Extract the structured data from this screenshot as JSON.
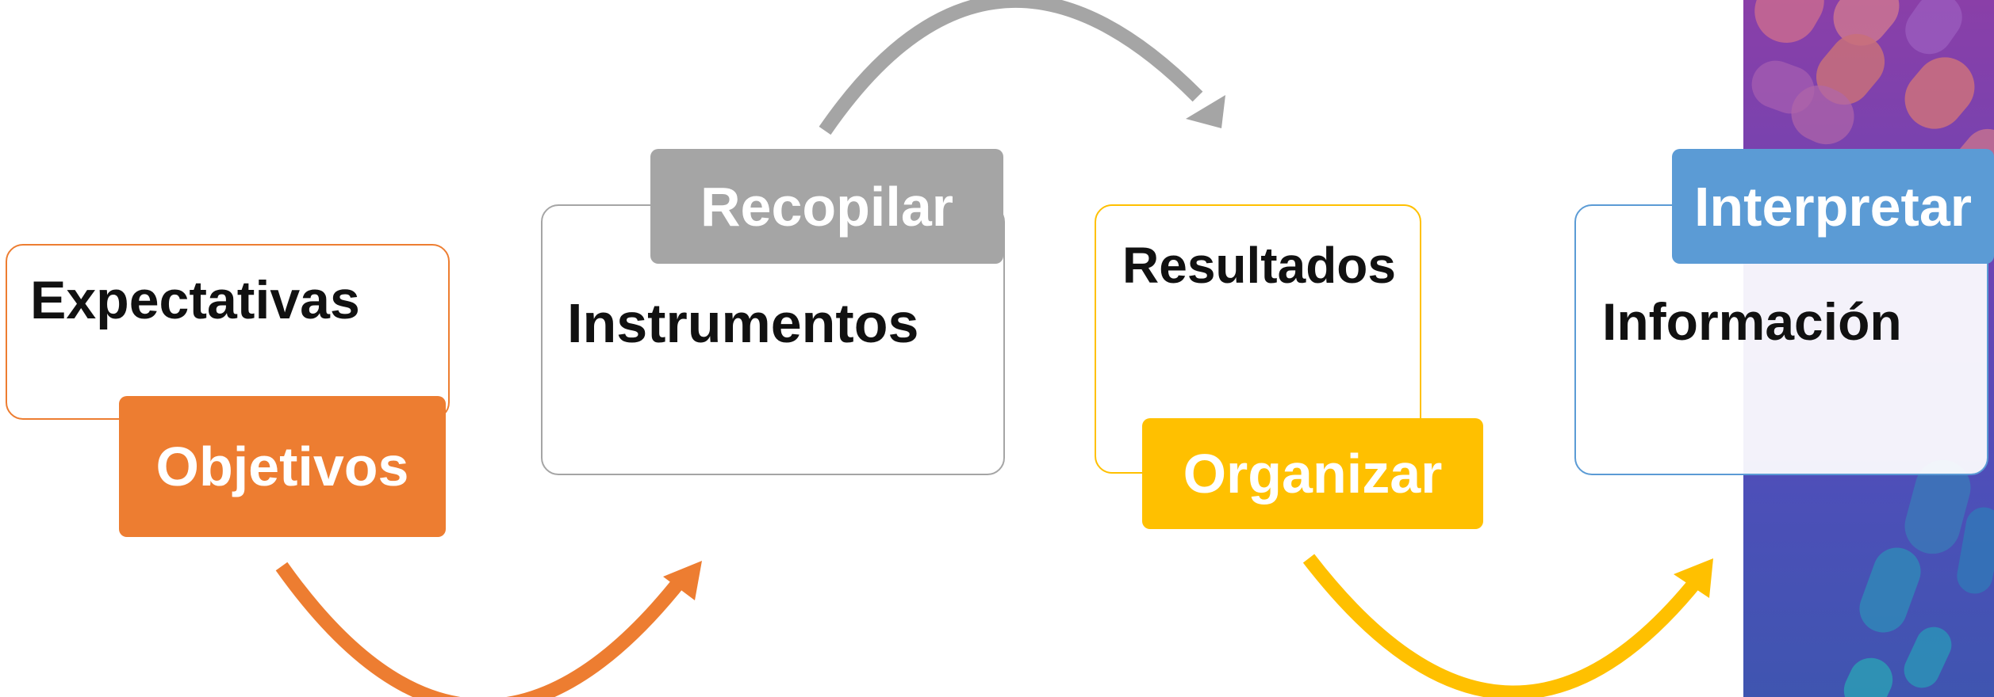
{
  "steps": [
    {
      "tag": "Objetivos",
      "card": "Expectativas",
      "color": "#ED7D31"
    },
    {
      "tag": "Recopilar",
      "card": "Instrumentos",
      "color": "#A5A5A5"
    },
    {
      "tag": "Organizar",
      "card": "Resultados",
      "color": "#FFC000"
    },
    {
      "tag": "Interpretar",
      "card": "Información",
      "color": "#5B9BD5"
    }
  ],
  "arrow_colors": [
    "#ED7D31",
    "#A5A5A5",
    "#FFC000"
  ]
}
